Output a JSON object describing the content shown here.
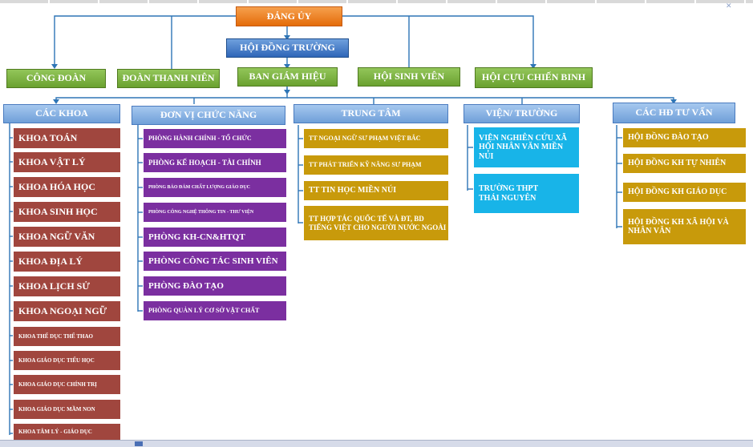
{
  "window": {
    "close_glyph": "✕"
  },
  "top": {
    "dang_uy": "ĐẢNG ỦY",
    "hoi_dong_truong": "HỘI ĐỒNG TRƯỜNG",
    "cong_doan": "CÔNG ĐOÀN",
    "doan_thanh_nien": "ĐOÀN THANH NIÊN",
    "ban_giam_hieu": "BAN GIÁM HIỆU",
    "hoi_sinh_vien": "HỘI SINH VIÊN",
    "hoi_cuu_chien_binh": "HỘI CỰU CHIẾN BINH"
  },
  "groups": {
    "cac_khoa": {
      "title": "CÁC KHOA",
      "items": [
        "KHOA TOÁN",
        "KHOA VẬT LÝ",
        "KHOA HÓA HỌC",
        "KHOA SINH HỌC",
        "KHOA NGỮ VĂN",
        "KHOA ĐỊA LÝ",
        "KHOA LỊCH SỬ",
        "KHOA NGOẠI NGỮ",
        "KHOA THỂ DỤC THỂ THAO",
        "KHOA GIÁO DỤC TIỂU HỌC",
        "KHOA GIÁO DỤC CHÍNH TRỊ",
        "KHOA GIÁO DỤC MẦM NON",
        "KHOA TÂM LÝ - GIÁO DỤC"
      ]
    },
    "don_vi": {
      "title": "ĐƠN VỊ CHỨC NĂNG",
      "items": [
        "PHÒNG HÀNH CHÍNH - TỔ CHỨC",
        "PHÒNG KẾ HOẠCH - TÀI CHÍNH",
        "PHÒNG BẢO ĐẢM CHẤT LƯỢNG GIÁO DỤC",
        "PHÒNG CÔNG NGHỆ THÔNG TIN - THƯ VIỆN",
        "PHÒNG KH-CN&HTQT",
        "PHÒNG CÔNG TÁC SINH VIÊN",
        "PHÒNG ĐÀO TẠO",
        "PHÒNG QUẢN LÝ CƠ SỞ VẬT CHẤT"
      ]
    },
    "trung_tam": {
      "title": "TRUNG TÂM",
      "items": [
        "TT NGOẠI NGỮ SƯ PHẠM VIỆT BẮC",
        "TT PHÁT TRIỂN KỸ NĂNG SƯ PHẠM",
        "TT TIN HỌC MIỀN NÚI",
        "TT HỢP TÁC QUỐC TẾ VÀ ĐT, BD TIẾNG VIỆT CHO NGƯỜI NƯỚC NGOÀI"
      ]
    },
    "vien_truong": {
      "title": "VIỆN/ TRƯỜNG",
      "items": [
        "VIỆN NGHIÊN CỨU XÃ HỘI NHÂN VĂN MIỀN NÚI",
        "TRƯỜNG THPT THÁI NGUYÊN"
      ]
    },
    "hd_tu_van": {
      "title": "CÁC HĐ TƯ VẤN",
      "items": [
        "HỘI ĐỒNG ĐÀO TẠO",
        "HỘI ĐỒNG KH TỰ NHIÊN",
        "HỘI ĐỒNG KH GIÁO DỤC",
        "HỘI ĐỒNG KH XÃ HỘI VÀ NHÂN VĂN"
      ]
    }
  },
  "colors": {
    "line": "#2e75b6",
    "khoa": "#a0463e",
    "phong": "#7b2fa0",
    "trung_tam": "#c89a0b",
    "vien": "#18b4e8"
  }
}
